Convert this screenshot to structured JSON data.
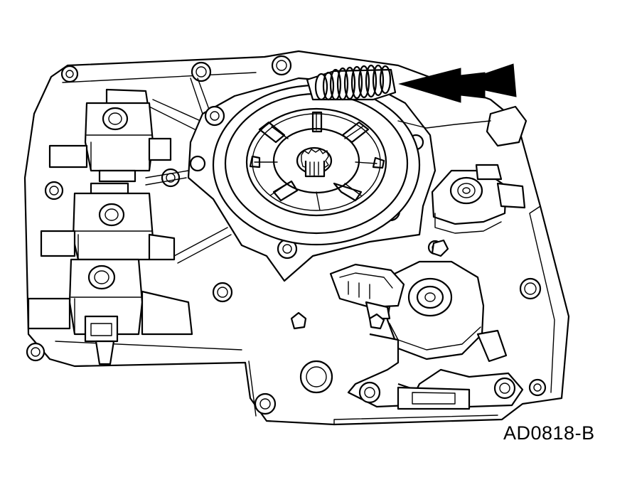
{
  "figure": {
    "reference_code": "AD0818-B"
  },
  "colors": {
    "line": "#000000",
    "background": "#ffffff"
  },
  "callout": {
    "arrow_count": 2,
    "target": "spring"
  }
}
